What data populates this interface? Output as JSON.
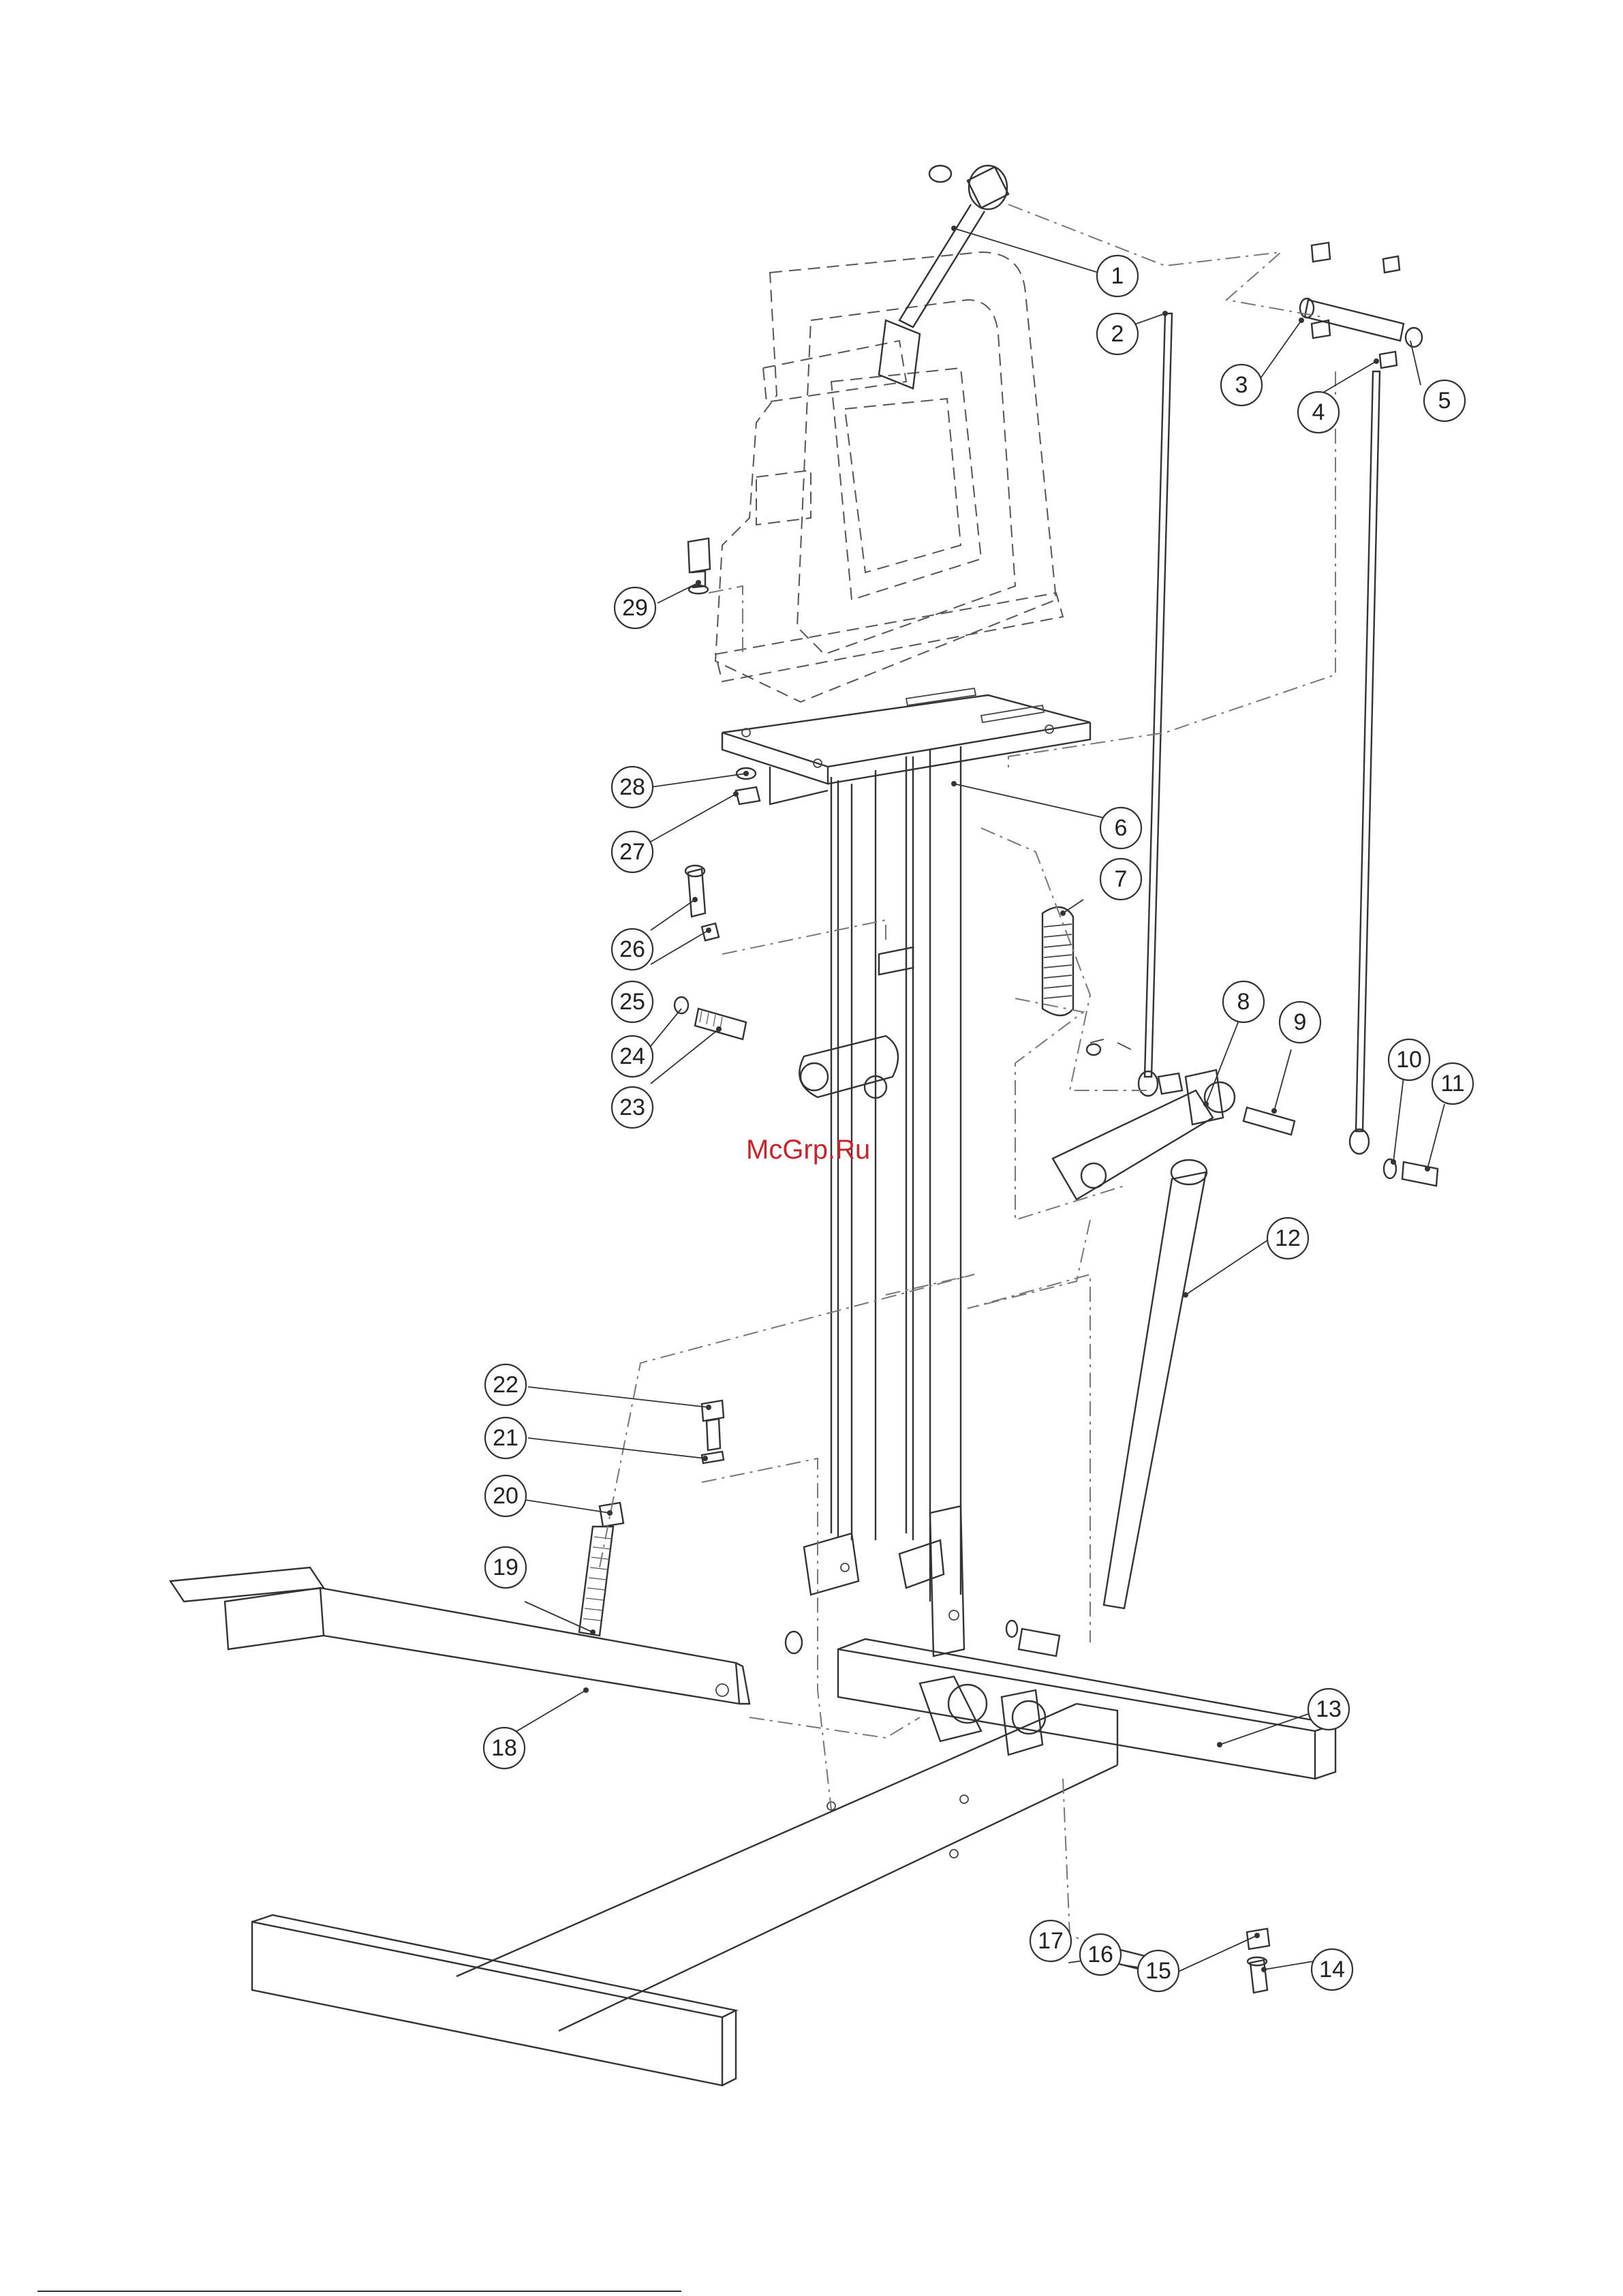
{
  "watermark": "McGrp.Ru",
  "colors": {
    "line": "#333333",
    "watermark": "#c8242c",
    "background": "#ffffff"
  },
  "callouts": [
    "1",
    "2",
    "3",
    "4",
    "5",
    "6",
    "7",
    "8",
    "9",
    "10",
    "11",
    "12",
    "13",
    "14",
    "15",
    "16",
    "17",
    "18",
    "19",
    "20",
    "21",
    "22",
    "23",
    "24",
    "25",
    "26",
    "27",
    "28",
    "29"
  ]
}
